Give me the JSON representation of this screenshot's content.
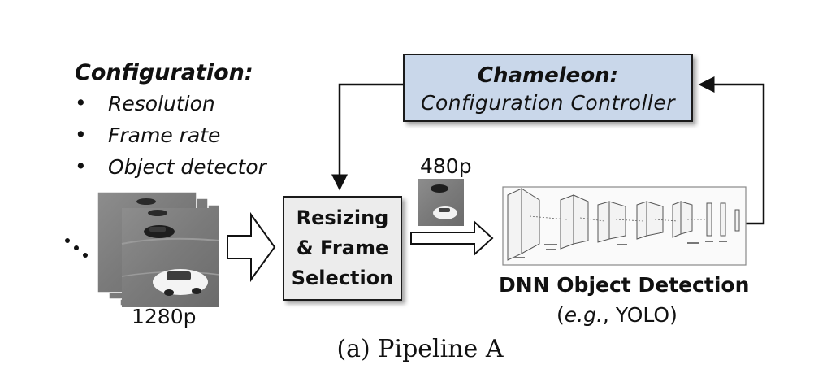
{
  "configuration": {
    "title": "Configuration:",
    "bullet": "•",
    "items": [
      "Resolution",
      "Frame rate",
      "Object detector"
    ]
  },
  "controller": {
    "title": "Chameleon:",
    "subtitle": "Configuration Controller"
  },
  "resizer": {
    "lines": [
      "Resizing",
      "& Frame",
      "Selection"
    ]
  },
  "input_label": "1280p",
  "output_label": "480p",
  "detector": {
    "title": "DNN Object Detection",
    "subtitle_open": "(",
    "subtitle_italic": "e.g.",
    "subtitle_rest": ", YOLO)"
  },
  "caption": "(a) Pipeline A",
  "colors": {
    "controller_fill": "#c9d7ea",
    "resizer_fill": "#ececec",
    "frame_ground": "#7a7a7a"
  }
}
